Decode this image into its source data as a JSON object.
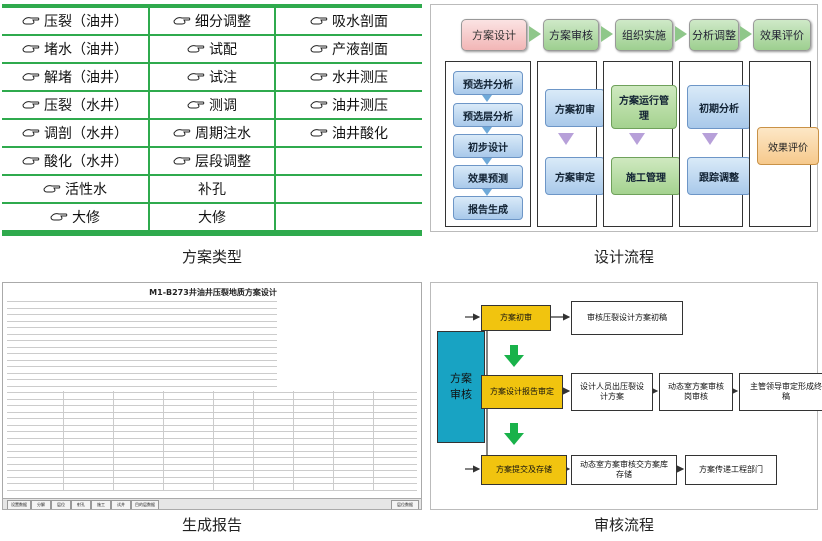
{
  "types": {
    "caption": "方案类型",
    "rows": [
      [
        "压裂（油井）",
        "细分调整",
        "吸水剖面"
      ],
      [
        "堵水（油井）",
        "试配",
        "产液剖面"
      ],
      [
        "解堵（油井）",
        "试注",
        "水井测压"
      ],
      [
        "压裂（水井）",
        "测调",
        "油井测压"
      ],
      [
        "调剖（水井）",
        "周期注水",
        "油井酸化"
      ],
      [
        "酸化（水井）",
        "层段调整",
        ""
      ],
      [
        "活性水",
        "补孔",
        ""
      ],
      [
        "大修",
        "大修",
        ""
      ]
    ]
  },
  "design": {
    "caption": "设计流程",
    "top": [
      "方案设计",
      "方案审核",
      "组织实施",
      "分析调整",
      "效果评价"
    ],
    "col1": [
      "预选井分析",
      "预选层分析",
      "初步设计",
      "效果预测",
      "报告生成"
    ],
    "col2": [
      "方案初审",
      "方案审定"
    ],
    "col3": [
      "方案运行管理",
      "施工管理"
    ],
    "col4": [
      "初期分析",
      "跟踪调整"
    ],
    "col5": [
      "效果评价"
    ]
  },
  "report": {
    "caption": "生成报告",
    "title": "M1-B273井油井压裂地质方案设计",
    "tabs": [
      "设置数据",
      "分解",
      "层位",
      "射孔",
      "施工",
      "试井",
      "目的层数据",
      "层位数据"
    ]
  },
  "review": {
    "caption": "审核流程",
    "main": "方案审核",
    "row1": [
      "方案初审",
      "审核压裂设计方案初稿"
    ],
    "row2": [
      "方案设计报告审定",
      "设计人员出压裂设计方案",
      "动态室方案审核岗审核",
      "主管领导审定形成终稿"
    ],
    "row3": [
      "方案提交及存储",
      "动态室方案审核交方案库存储",
      "方案传递工程部门"
    ]
  }
}
